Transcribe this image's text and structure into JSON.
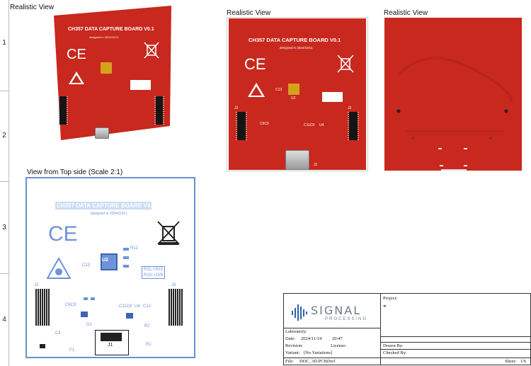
{
  "row_labels": [
    "1",
    "2",
    "3",
    "4"
  ],
  "views": {
    "realistic_view_1": "Realistic View",
    "realistic_view_2": "Realistic View",
    "realistic_view_3": "Realistic View",
    "top_view": "View from Top side (Scale 2:1)"
  },
  "board": {
    "title": "CH357 DATA CAPTURE BOARD V0.1",
    "designed": "designed in 2024/10/11",
    "ce_mark": "CE",
    "jumper_box_line1": "R11->3V3",
    "jumper_box_line2": "R10->1V8",
    "refdes": {
      "c13": "C13",
      "u2": "U2",
      "r12": "R12",
      "r11": "R11",
      "r10": "R10",
      "j2": "J2",
      "j3": "J3",
      "j1": "J1",
      "c6c9": "C6C9",
      "c11c8": "C11C8",
      "u4": "U4",
      "c12": "C12",
      "d1": "D1",
      "r2": "R2",
      "r1": "R1",
      "c4": "C4",
      "f1": "F1"
    }
  },
  "title_block": {
    "project_label": "Project:",
    "project_value": "*",
    "logo_word": "SIGNAL",
    "logo_sub": "PROCESSING",
    "laboratory_label": "Laboratory:",
    "date_label": "Date:",
    "date_value": "2024/11/14",
    "time_value": "20:47",
    "revision_label": "Revision:",
    "license_label": "License:",
    "variant_label": "Variant:",
    "variant_value": "[No Variations]",
    "drawn_by_label": "Drawn By:",
    "checked_by_label": "Checked By:",
    "file_label": "File:",
    "file_value": "DOC_3D.PCBDwf",
    "sheet_label": "Sheet:",
    "sheet_value": "1/6"
  },
  "colors": {
    "pcb_red": "#c8281e",
    "top_view_blue": "#6f93d9",
    "logo_blue": "#2f5fa8"
  }
}
